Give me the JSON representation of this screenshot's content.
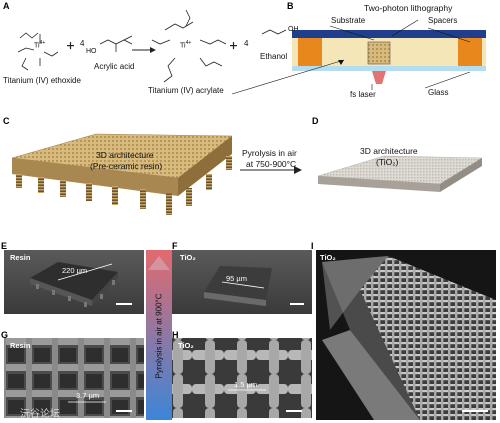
{
  "panels": {
    "A": {
      "label": "A",
      "reactant1_name": "Titanium (IV) ethoxide",
      "coef1": "4",
      "reactant2_name": "Acrylic acid",
      "product1_name": "Titanium (IV) acrylate",
      "coef2": "4",
      "product2_name": "Ethanol",
      "ti_label": "Ti",
      "ti_charge": "4+",
      "ho_label": "HO",
      "oh_label": "OH",
      "plus": "+"
    },
    "B": {
      "label": "B",
      "title": "Two-photon lithography",
      "substrate": "Substrate",
      "spacers": "Spacers",
      "laser": "fs laser",
      "glass": "Glass"
    },
    "C": {
      "label": "C",
      "line1": "3D architecture",
      "line2": "(Pre-ceramic resin)"
    },
    "arrow": {
      "line1": "Pyrolysis in air",
      "line2": "at 750-900°C"
    },
    "D": {
      "label": "D",
      "line1": "3D architecture",
      "line2": "(TiO₂)"
    },
    "E": {
      "label": "E",
      "material": "Resin",
      "measure": "220 µm"
    },
    "F": {
      "label": "F",
      "material": "TiO₂",
      "measure": "95 µm"
    },
    "G": {
      "label": "G",
      "material": "Resin",
      "measure": "3.7 µm"
    },
    "H": {
      "label": "H",
      "material": "TiO₂",
      "measure": "1.5 µm"
    },
    "I": {
      "label": "I",
      "material": "TiO₂"
    },
    "vertical_arrow": {
      "text": "Pyrolysis  in air at 900°C"
    },
    "watermark": {
      "text": "沅谷论坛"
    }
  },
  "colors": {
    "resin": "#d9bd82",
    "tio2": "#dcd8d2",
    "spacer": "#e6861a",
    "substrate_blue": "#1e3f8a",
    "glass": "#b9dcef",
    "gradient_top": "#e0656d",
    "gradient_bottom": "#2f7fd6"
  }
}
